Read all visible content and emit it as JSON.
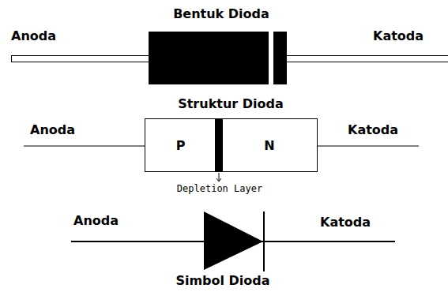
{
  "diagram": {
    "nodes": [
      {
        "text": [
          "P"
        ]
      },
      {
        "text": [
          "N"
        ]
      }
    ],
    "labels": [
      "Bentuk Dioda",
      "Anoda",
      "Katoda",
      "Struktur Dioda",
      "Anoda",
      "Katoda",
      "Depletion Layer",
      "Anoda",
      "Katoda",
      "Simbol Dioda"
    ]
  }
}
